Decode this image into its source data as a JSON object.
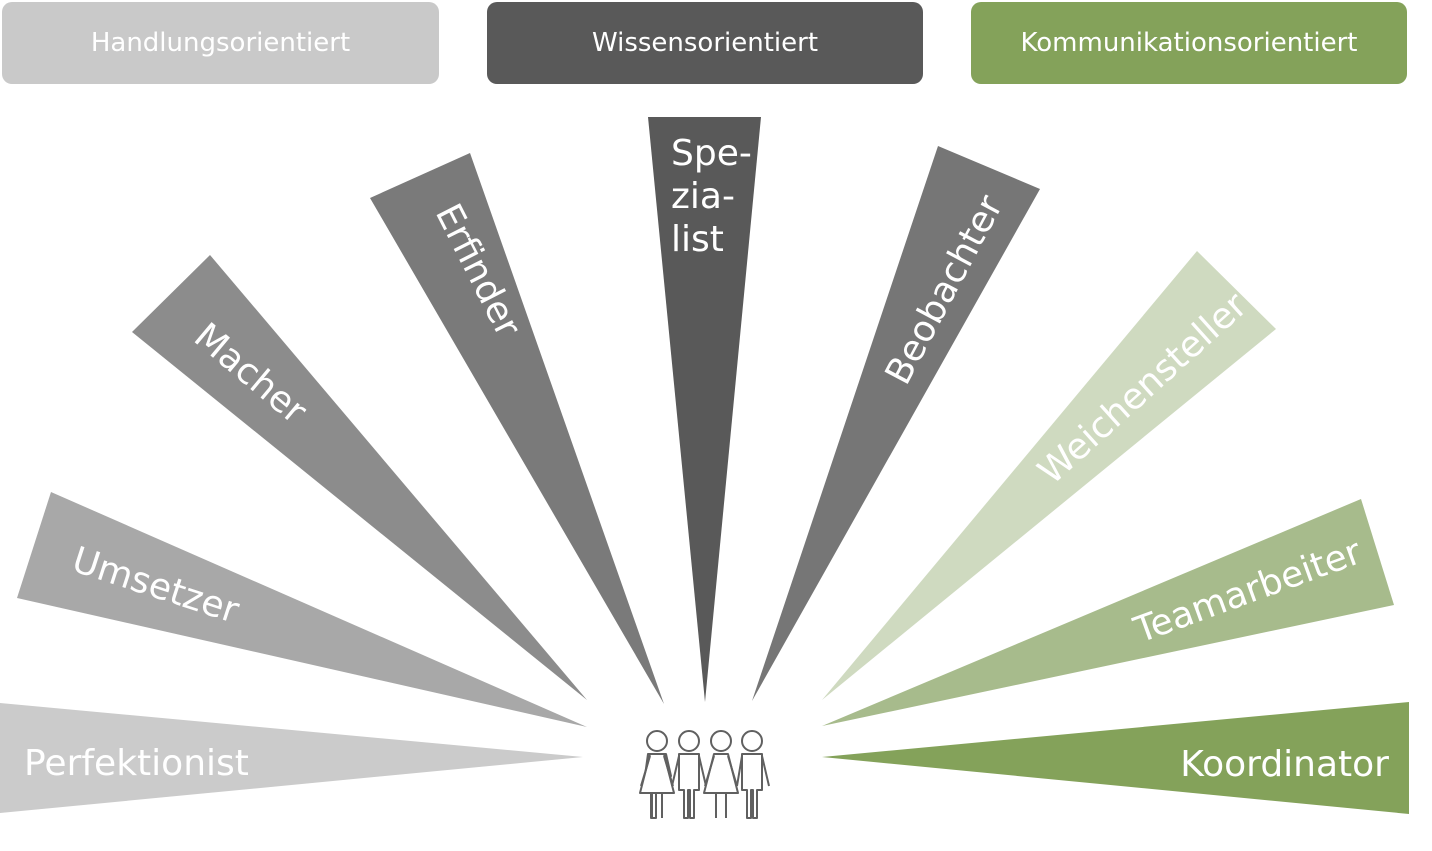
{
  "categories": [
    {
      "label": "Handlungsorientiert",
      "color": "#c9c9c9"
    },
    {
      "label": "Wissensorientiert",
      "color": "#595959"
    },
    {
      "label": "Kommunikationsorientiert",
      "color": "#84a25a"
    }
  ],
  "roles": [
    {
      "label": "Perfektionist",
      "color": "#cbcbcb"
    },
    {
      "label": "Umsetzer",
      "color": "#a8a8a8"
    },
    {
      "label": "Macher",
      "color": "#8c8c8c"
    },
    {
      "label": "Erfinder",
      "color": "#7a7a7a"
    },
    {
      "label": "Spe-\nzia-\nlist",
      "color": "#595959"
    },
    {
      "label": "Beobachter",
      "color": "#767676"
    },
    {
      "label": "Weichensteller",
      "color": "#cfdac0"
    },
    {
      "label": "Teamarbeiter",
      "color": "#a7bb8c"
    },
    {
      "label": "Koordinator",
      "color": "#84a25a"
    }
  ],
  "center_icon": "team-people-icon"
}
